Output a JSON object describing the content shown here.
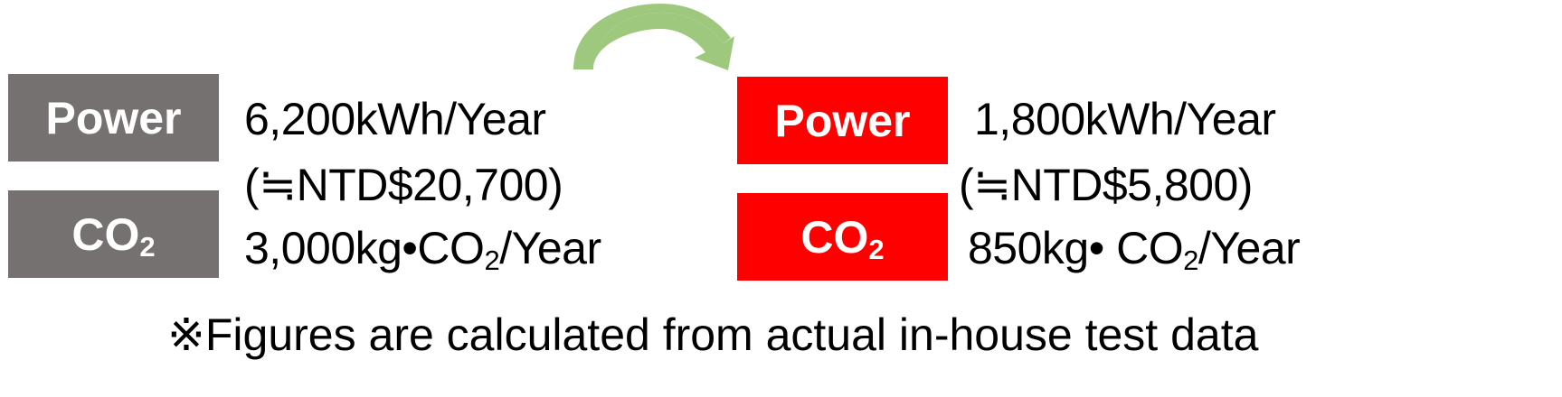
{
  "colors": {
    "before_box": "#767171",
    "after_box": "#ff0000",
    "arrow": "#9ec87e",
    "arrow_shade": "#7ea35f"
  },
  "before": {
    "power_label": "Power",
    "co2_label_base": "CO",
    "co2_label_sub": "2",
    "power_value": "6,200kWh/Year",
    "cost_value": "(≒NTD$20,700)",
    "co2_value_prefix": "3,000kg•CO",
    "co2_value_sub": "2",
    "co2_value_suffix": "/Year"
  },
  "after": {
    "power_label": "Power",
    "co2_label_base": "CO",
    "co2_label_sub": "2",
    "power_value": "1,800kWh/Year",
    "cost_value": "(≒NTD$5,800)",
    "co2_value_prefix": "850kg• CO",
    "co2_value_sub": "2",
    "co2_value_suffix": "/Year"
  },
  "arrow": {
    "icon": "curved-arrow-right-icon"
  },
  "footnote": "※Figures are calculated from actual in-house test data"
}
